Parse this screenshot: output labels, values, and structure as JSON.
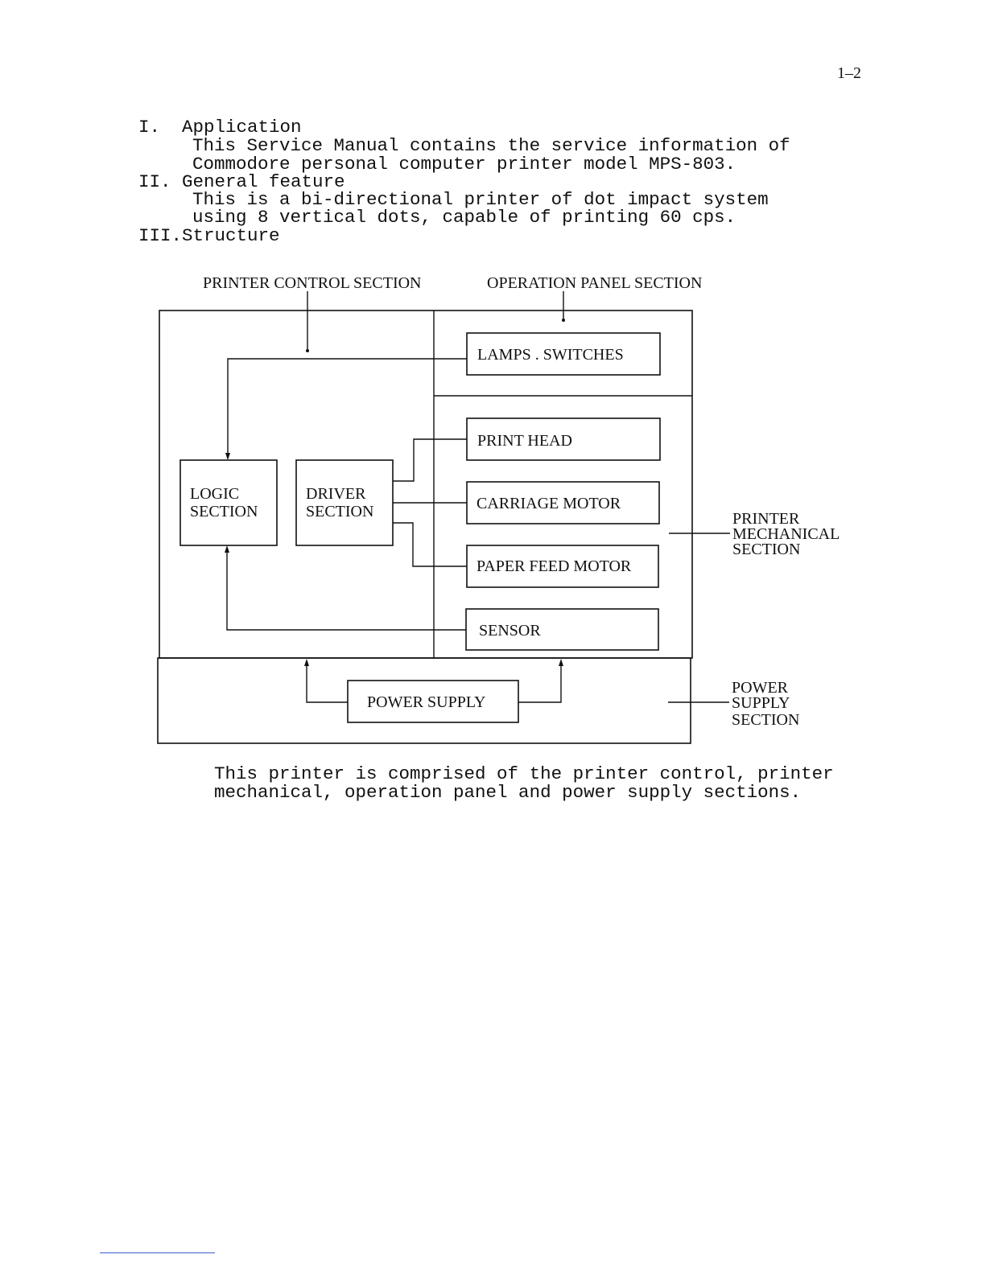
{
  "page_number": "1–2",
  "sections": [
    {
      "heading": "I.  Application",
      "lines": [
        "This Service Manual contains the service information of",
        "Commodore personal computer printer model MPS-803."
      ]
    },
    {
      "heading": "II. General feature",
      "lines": [
        "This is a bi-directional printer of dot impact system",
        "using 8 vertical dots, capable of printing 60 cps."
      ]
    },
    {
      "heading": "III.Structure",
      "lines": []
    }
  ],
  "diagram": {
    "top_labels": {
      "control": "PRINTER CONTROL SECTION",
      "operation": "OPERATION PANEL SECTION"
    },
    "blocks": {
      "lamps_switches": "LAMPS . SWITCHES",
      "logic": [
        "LOGIC",
        "SECTION"
      ],
      "driver": [
        "DRIVER",
        "SECTION"
      ],
      "print_head": "PRINT HEAD",
      "carriage_motor": "CARRIAGE MOTOR",
      "paper_feed_motor": "PAPER FEED MOTOR",
      "sensor": "SENSOR",
      "power_supply": "POWER SUPPLY"
    },
    "side_labels": {
      "mechanical": [
        "PRINTER",
        "MECHANICAL",
        "SECTION"
      ],
      "power": [
        "POWER",
        "SUPPLY",
        "SECTION"
      ]
    }
  },
  "caption": [
    "This printer is comprised of the printer control, printer",
    "mechanical, operation panel and power supply sections."
  ]
}
